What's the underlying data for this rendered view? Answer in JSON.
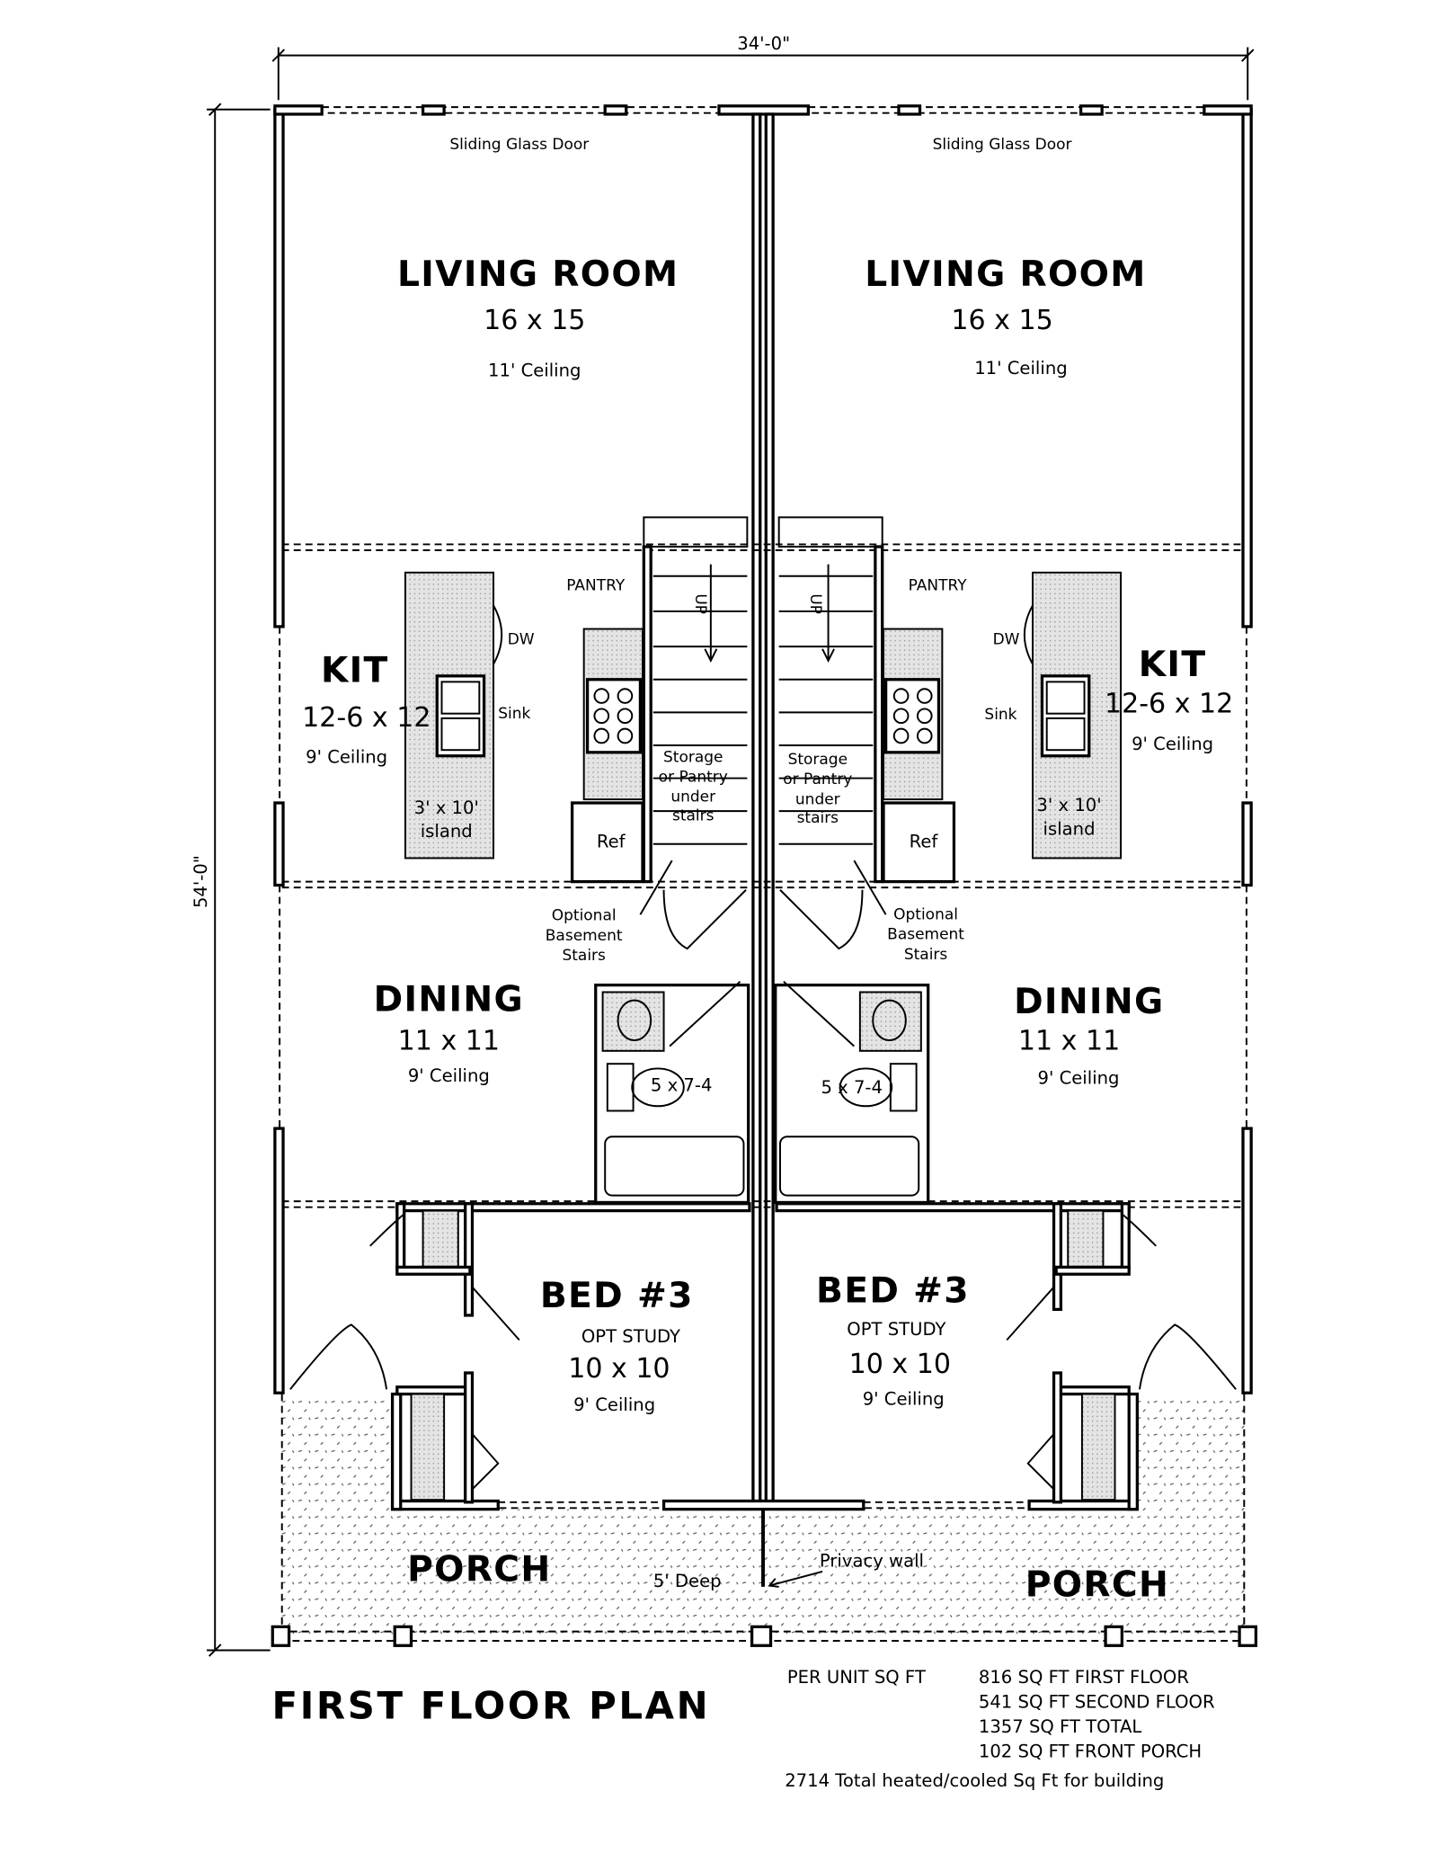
{
  "plan": {
    "title": "FIRST FLOOR PLAN",
    "overall_width": "34'-0\"",
    "overall_depth": "54'-0\"",
    "units": [
      {
        "living": {
          "name": "LIVING ROOM",
          "size": "16 x 15",
          "ceiling": "11' Ceiling",
          "door": "Sliding Glass Door"
        },
        "kitchen": {
          "name": "KIT",
          "size": "12-6 x 12",
          "ceiling": "9' Ceiling",
          "island": [
            "3' x 10'",
            "island"
          ],
          "dw": "DW",
          "sink": "Sink",
          "ref": "Ref",
          "pantry": "PANTRY"
        },
        "stairs": {
          "up": "UP",
          "storage": [
            "Storage",
            "or Pantry",
            "under",
            "stairs"
          ],
          "basement": [
            "Optional",
            "Basement",
            "Stairs"
          ]
        },
        "dining": {
          "name": "DINING",
          "size": "11 x 11",
          "ceiling": "9' Ceiling"
        },
        "bath": {
          "size": "5 x 7-4"
        },
        "bed": {
          "name": "BED #3",
          "sub": "OPT STUDY",
          "size": "10 x 10",
          "ceiling": "9' Ceiling"
        },
        "porch": {
          "name": "PORCH",
          "depth": "5' Deep"
        }
      },
      {
        "living": {
          "name": "LIVING ROOM",
          "size": "16 x 15",
          "ceiling": "11' Ceiling",
          "door": "Sliding Glass Door"
        },
        "kitchen": {
          "name": "KIT",
          "size": "12-6 x 12",
          "ceiling": "9' Ceiling",
          "island": [
            "3' x 10'",
            "island"
          ],
          "dw": "DW",
          "sink": "Sink",
          "ref": "Ref",
          "pantry": "PANTRY"
        },
        "stairs": {
          "up": "UP",
          "storage": [
            "Storage",
            "or Pantry",
            "under",
            "stairs"
          ],
          "basement": [
            "Optional",
            "Basement",
            "Stairs"
          ]
        },
        "dining": {
          "name": "DINING",
          "size": "11 x 11",
          "ceiling": "9' Ceiling"
        },
        "bath": {
          "size": "5 x 7-4"
        },
        "bed": {
          "name": "BED #3",
          "sub": "OPT STUDY",
          "size": "10 x 10",
          "ceiling": "9' Ceiling"
        },
        "porch": {
          "name": "PORCH"
        }
      }
    ],
    "privacy_wall": "Privacy wall",
    "sqft": {
      "heading": "PER UNIT SQ FT",
      "lines": [
        "816 SQ FT FIRST FLOOR",
        "541 SQ FT SECOND FLOOR",
        "1357 SQ FT TOTAL",
        "102 SQ FT FRONT PORCH"
      ],
      "building_total": "2714 Total heated/cooled Sq Ft for building"
    }
  }
}
